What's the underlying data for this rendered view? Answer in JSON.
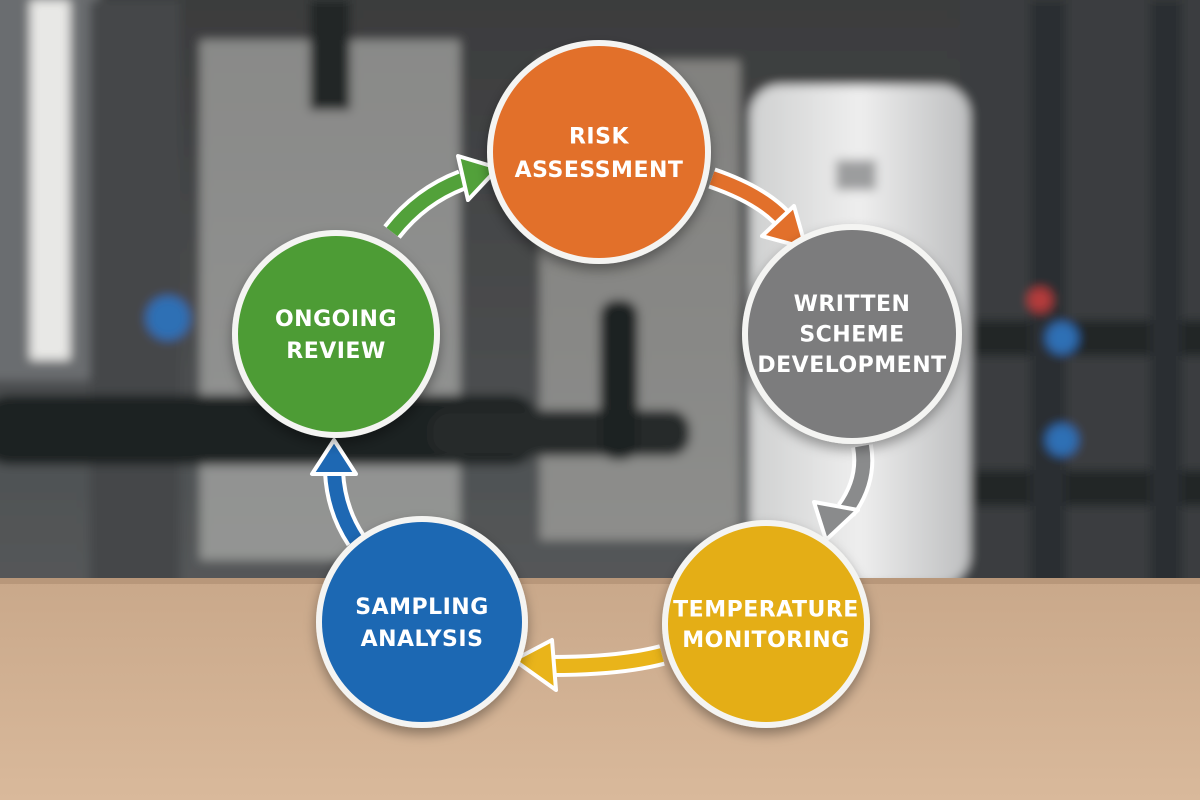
{
  "diagram": {
    "type": "cycle",
    "nodes": [
      {
        "id": "risk",
        "lines": [
          "RISK",
          "ASSESSMENT"
        ],
        "color": "#e2702b"
      },
      {
        "id": "written",
        "lines": [
          "WRITTEN",
          "SCHEME",
          "DEVELOPMENT"
        ],
        "color": "#7b7c7d"
      },
      {
        "id": "temperature",
        "lines": [
          "TEMPERATURE",
          "MONITORING"
        ],
        "color": "#e4ae12"
      },
      {
        "id": "sampling",
        "lines": [
          "SAMPLING",
          "ANALYSIS"
        ],
        "color": "#1e68b3"
      },
      {
        "id": "ongoing",
        "lines": [
          "ONGOING",
          "REVIEW"
        ],
        "color": "#4d9c35"
      }
    ],
    "arrows": [
      {
        "from": "risk",
        "to": "written",
        "color": "#e2702b"
      },
      {
        "from": "written",
        "to": "temperature",
        "color": "#8a8b8c"
      },
      {
        "from": "temperature",
        "to": "sampling",
        "color": "#e9b41a"
      },
      {
        "from": "sampling",
        "to": "ongoing",
        "color": "#1e68b3"
      },
      {
        "from": "ongoing",
        "to": "risk",
        "color": "#52a13a"
      }
    ]
  }
}
